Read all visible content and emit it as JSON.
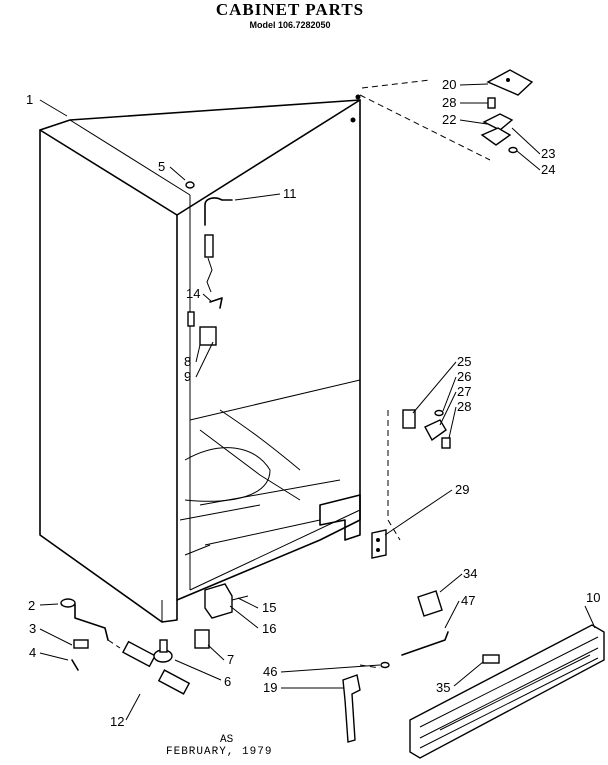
{
  "header": {
    "title": "CABINET PARTS",
    "model": "Model 106.7282050"
  },
  "footer": {
    "code": "AS",
    "date": "FEBRUARY, 1979"
  },
  "callouts": [
    {
      "id": "1",
      "label": "1"
    },
    {
      "id": "2",
      "label": "2"
    },
    {
      "id": "3",
      "label": "3"
    },
    {
      "id": "4",
      "label": "4"
    },
    {
      "id": "5",
      "label": "5"
    },
    {
      "id": "6",
      "label": "6"
    },
    {
      "id": "7",
      "label": "7"
    },
    {
      "id": "8",
      "label": "8"
    },
    {
      "id": "9",
      "label": "9"
    },
    {
      "id": "10",
      "label": "10"
    },
    {
      "id": "11",
      "label": "11"
    },
    {
      "id": "12",
      "label": "12"
    },
    {
      "id": "14",
      "label": "14"
    },
    {
      "id": "15",
      "label": "15"
    },
    {
      "id": "16",
      "label": "16"
    },
    {
      "id": "19",
      "label": "19"
    },
    {
      "id": "20",
      "label": "20"
    },
    {
      "id": "22",
      "label": "22"
    },
    {
      "id": "23",
      "label": "23"
    },
    {
      "id": "24",
      "label": "24"
    },
    {
      "id": "25",
      "label": "25"
    },
    {
      "id": "26",
      "label": "26"
    },
    {
      "id": "27",
      "label": "27"
    },
    {
      "id": "28a",
      "label": "28"
    },
    {
      "id": "28b",
      "label": "28"
    },
    {
      "id": "29",
      "label": "29"
    },
    {
      "id": "34",
      "label": "34"
    },
    {
      "id": "35",
      "label": "35"
    },
    {
      "id": "46",
      "label": "46"
    },
    {
      "id": "47",
      "label": "47"
    }
  ]
}
